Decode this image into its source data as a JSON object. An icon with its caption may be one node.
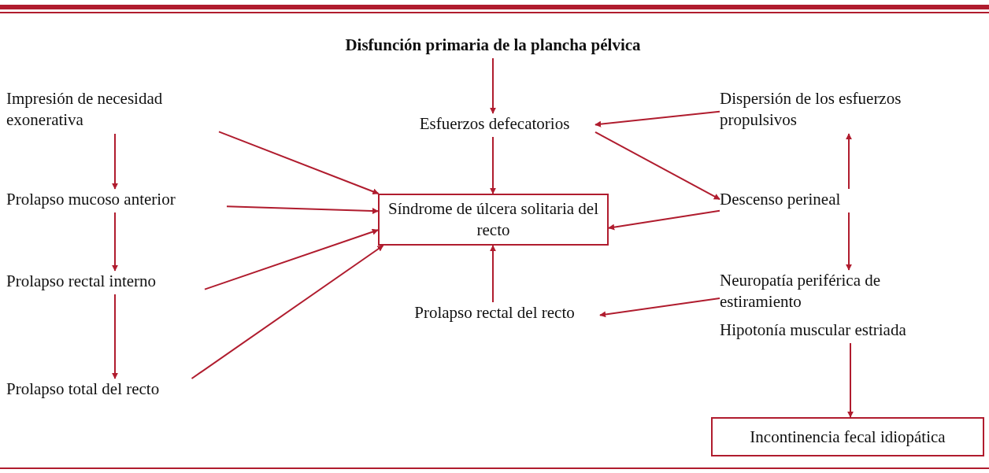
{
  "diagram": {
    "nodes": [
      {
        "text": [
          "Disfunción primaria de la plancha pélvica"
        ]
      },
      {
        "text": [
          "Esfuerzos defecatorios"
        ]
      },
      {
        "text": [
          "Síndrome de úlcera solitaria del recto"
        ]
      },
      {
        "text": [
          "Prolapso rectal del recto"
        ]
      },
      {
        "text": [
          "Impresión de necesidad exonerativa"
        ]
      },
      {
        "text": [
          "Prolapso mucoso anterior"
        ]
      },
      {
        "text": [
          "Prolapso rectal interno"
        ]
      },
      {
        "text": [
          "Prolapso total del recto"
        ]
      },
      {
        "text": [
          "Dispersión de los esfuerzos propulsivos"
        ]
      },
      {
        "text": [
          "Descenso perineal"
        ]
      },
      {
        "text": [
          "Neuropatía periférica de estiramiento"
        ]
      },
      {
        "text": [
          "Hipotonía muscular estriada"
        ]
      },
      {
        "text": [
          "Incontinencia fecal idiopática"
        ]
      }
    ],
    "edges": [
      {
        "from": 0,
        "to": 1,
        "arrow": "to"
      },
      {
        "from": 1,
        "to": 2,
        "arrow": "to"
      },
      {
        "from": 3,
        "to": 2,
        "arrow": "to"
      },
      {
        "from": 4,
        "to": 2,
        "arrow": "to"
      },
      {
        "from": 5,
        "to": 2,
        "arrow": "to"
      },
      {
        "from": 6,
        "to": 2,
        "arrow": "to"
      },
      {
        "from": 7,
        "to": 2,
        "arrow": "to"
      },
      {
        "from": 4,
        "to": 5,
        "arrow": "to"
      },
      {
        "from": 5,
        "to": 6,
        "arrow": "to"
      },
      {
        "from": 6,
        "to": 7,
        "arrow": "to"
      },
      {
        "from": 8,
        "to": 1,
        "arrow": "to"
      },
      {
        "from": 1,
        "to": 9,
        "arrow": "to"
      },
      {
        "from": 9,
        "to": 2,
        "arrow": "to"
      },
      {
        "from": 9,
        "to": 8,
        "arrow": "to"
      },
      {
        "from": 9,
        "to": 10,
        "arrow": "to"
      },
      {
        "from": 10,
        "to": 3,
        "arrow": "to"
      },
      {
        "from": 11,
        "to": 12,
        "arrow": "to"
      }
    ]
  }
}
